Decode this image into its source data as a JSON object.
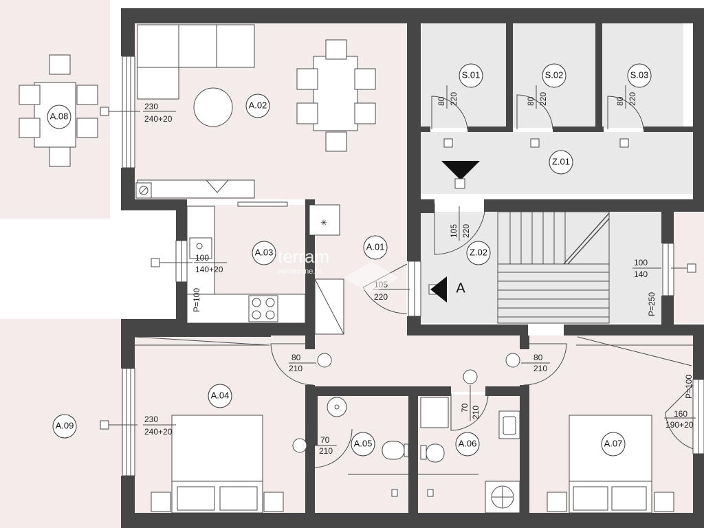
{
  "rooms": {
    "a01": "A.01",
    "a02": "A.02",
    "a03": "A.03",
    "a04": "A.04",
    "a05": "A.05",
    "a06": "A.06",
    "a07": "A.07",
    "a08": "A.08",
    "a09": "A.09",
    "s01": "S.01",
    "s02": "S.02",
    "s03": "S.03",
    "z01": "Z.01",
    "z02": "Z.02"
  },
  "entrance_label": "A",
  "dims": {
    "a02_win_w": "230",
    "a02_win_h": "240+20",
    "a03_win_w": "100",
    "a03_win_h": "140+20",
    "a03_sill": "P=100",
    "a01_door_w": "105",
    "a01_door_h": "220",
    "z02_door_w": "105",
    "z02_door_h": "220",
    "stair_win_w": "100",
    "stair_win_h": "140",
    "stair_sill": "P=250",
    "s01_door_w": "80",
    "s01_door_h": "220",
    "s02_door_w": "80",
    "s02_door_h": "220",
    "s03_door_w": "80",
    "s03_door_h": "220",
    "a04_door_w": "80",
    "a04_door_h": "210",
    "a07_door_w": "80",
    "a07_door_h": "210",
    "a04_win_w": "230",
    "a04_win_h": "240+20",
    "a05_door_w": "70",
    "a05_door_h": "210",
    "a06_door_w": "70",
    "a06_door_h": "210",
    "a07_win_w": "160",
    "a07_win_h": "190+20",
    "a07_sill": "P=100"
  },
  "watermark": {
    "brand": "terram",
    "sub": "nekretnine.hr"
  }
}
